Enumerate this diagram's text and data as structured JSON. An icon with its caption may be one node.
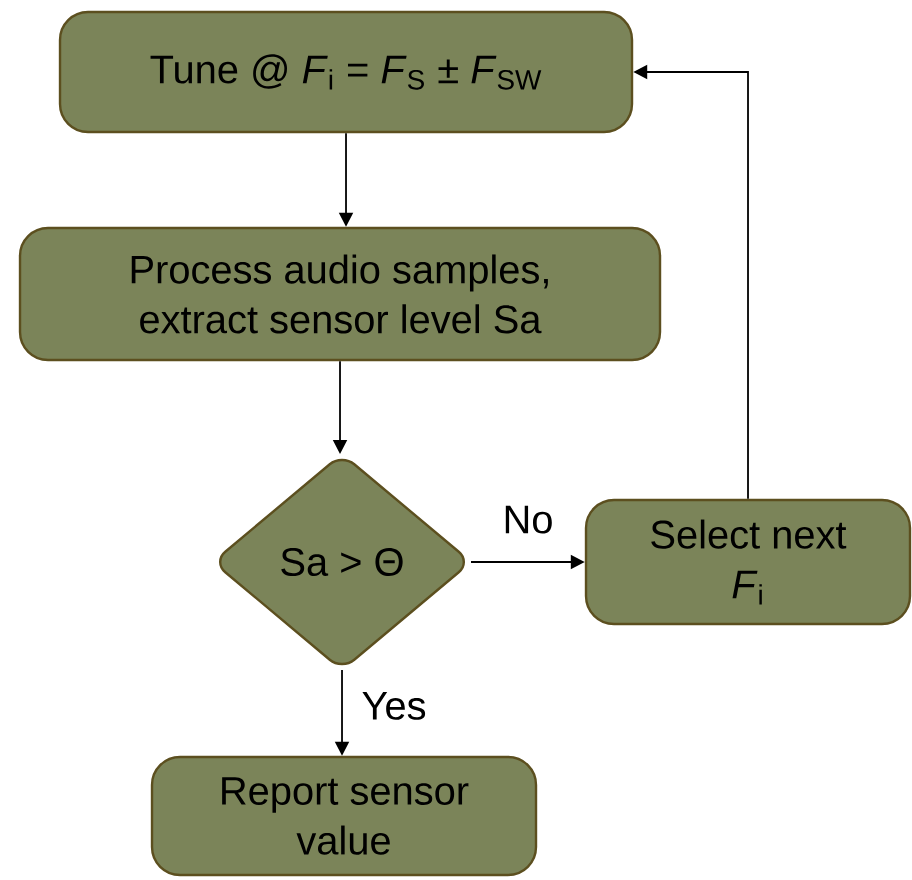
{
  "diagram": {
    "nodes": [
      {
        "text": [
          "Tune @ *F*$_{i}$ = *F*$_{S}$ ± *F*$_{SW}$"
        ]
      },
      {
        "text": [
          "Process audio samples, extract sensor level Sa"
        ]
      },
      {
        "text": [
          "Sa > Θ"
        ]
      },
      {
        "text": [
          "Select next *F*$_{i}$"
        ]
      },
      {
        "text": [
          "Report sensor value"
        ]
      }
    ],
    "edges": [
      {
        "from": 0,
        "to": 1,
        "arrow": "to"
      },
      {
        "from": 1,
        "to": 2,
        "arrow": "to"
      },
      {
        "from": 2,
        "to": 3,
        "arrow": "to",
        "label": "No"
      },
      {
        "from": 2,
        "to": 4,
        "arrow": "to",
        "label": "Yes"
      },
      {
        "from": 3,
        "to": 0,
        "arrow": "to"
      }
    ]
  }
}
